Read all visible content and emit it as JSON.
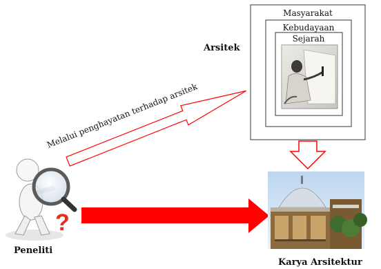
{
  "labels": {
    "arsitek": "Arsitek",
    "peneliti": "Peneliti",
    "karya": "Karya Arsitektur",
    "arrow_text": "Melalui penghayatan terhadap arsitek"
  },
  "boxes": {
    "outer": "Masyarakat",
    "middle": "Kebudayaan",
    "inner": "Sejarah"
  },
  "colors": {
    "arrow_red": "#ff0000",
    "hollow_arrow_stroke": "#ff0000",
    "box_border": "#555555"
  }
}
